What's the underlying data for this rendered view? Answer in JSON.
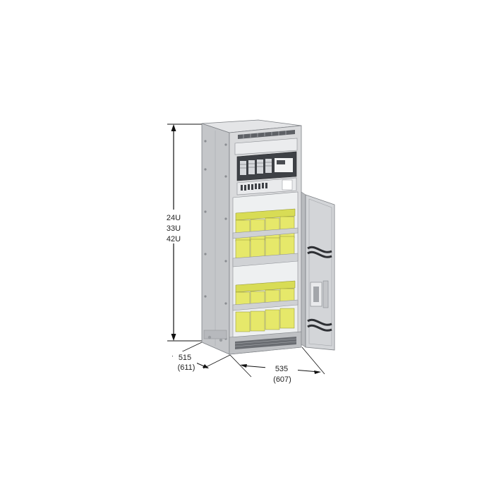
{
  "dimensions": {
    "height_labels": [
      "24U",
      "33U",
      "42U"
    ],
    "depth": {
      "value": "515",
      "alt": "(611)"
    },
    "width": {
      "value": "535",
      "alt": "(607)"
    }
  },
  "colors": {
    "cabinet_face": "#d9dadc",
    "cabinet_side": "#c4c6c9",
    "cabinet_interior": "#eef0f1",
    "battery_yellow": "#e6e86a",
    "battery_top": "#d8dc55",
    "dimension_line": "#111111",
    "outline": "#7d8085"
  }
}
